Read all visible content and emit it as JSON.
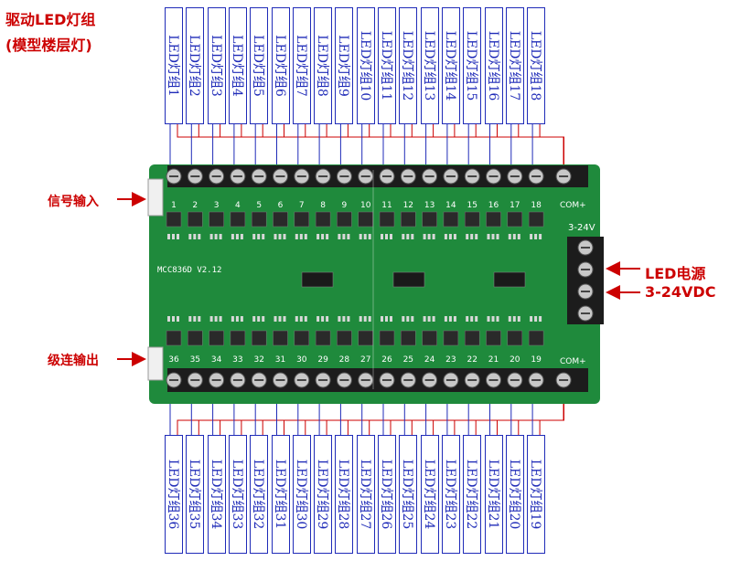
{
  "titles": {
    "line1": "驱动LED灯组",
    "line2": "(模型楼层灯)"
  },
  "annotations": {
    "signal_in": "信号输入",
    "cascade_out": "级连输出",
    "power_label": "LED电源",
    "power_voltage": "3-24VDC"
  },
  "board": {
    "model": "MCC836D V2.12",
    "voltage_mark": "3-24V",
    "com_mark": "COM+"
  },
  "top_groups": [
    "LED灯组1",
    "LED灯组2",
    "LED灯组3",
    "LED灯组4",
    "LED灯组5",
    "LED灯组6",
    "LED灯组7",
    "LED灯组8",
    "LED灯组9",
    "LED灯组10",
    "LED灯组11",
    "LED灯组12",
    "LED灯组13",
    "LED灯组14",
    "LED灯组15",
    "LED灯组16",
    "LED灯组17",
    "LED灯组18"
  ],
  "bottom_groups": [
    "LED灯组36",
    "LED灯组35",
    "LED灯组34",
    "LED灯组33",
    "LED灯组32",
    "LED灯组31",
    "LED灯组30",
    "LED灯组29",
    "LED灯组28",
    "LED灯组27",
    "LED灯组26",
    "LED灯组25",
    "LED灯组24",
    "LED灯组23",
    "LED灯组22",
    "LED灯组21",
    "LED灯组20",
    "LED灯组19"
  ],
  "top_channel_numbers": [
    "1",
    "2",
    "3",
    "4",
    "5",
    "6",
    "7",
    "8",
    "9",
    "10",
    "11",
    "12",
    "13",
    "14",
    "15",
    "16",
    "17",
    "18"
  ],
  "bottom_channel_numbers": [
    "36",
    "35",
    "34",
    "33",
    "32",
    "31",
    "30",
    "29",
    "28",
    "27",
    "26",
    "25",
    "24",
    "23",
    "22",
    "21",
    "20",
    "19"
  ],
  "colors": {
    "pcb": "#1f8a3c",
    "label_text": "#1f2bb8",
    "annotation": "#cc0000"
  }
}
